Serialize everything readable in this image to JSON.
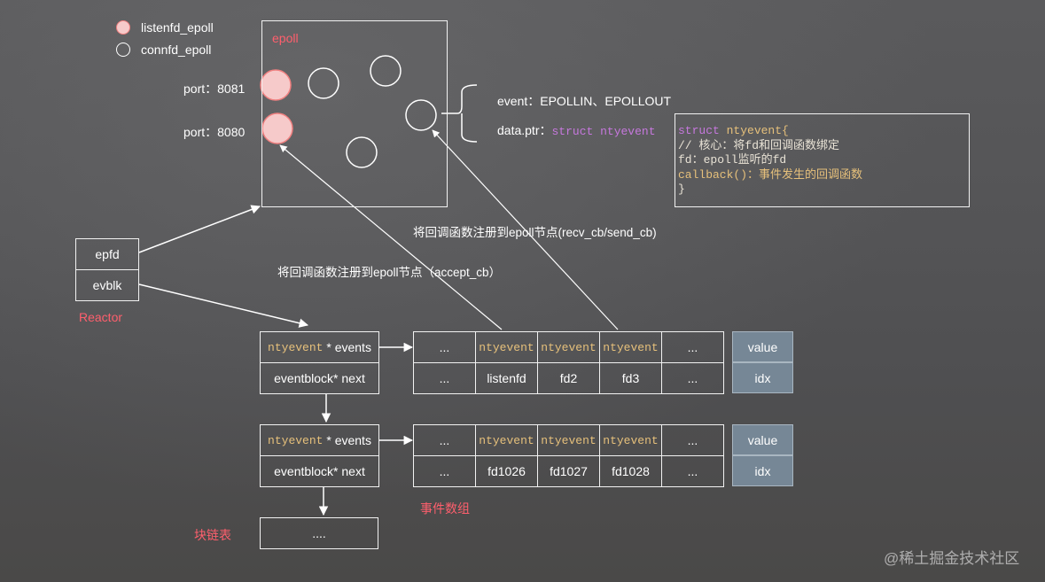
{
  "legend": {
    "listenfd": "listenfd_epoll",
    "connfd": "connfd_epoll"
  },
  "epoll": {
    "title": "epoll",
    "port1": "port：8081",
    "port2": "port：8080"
  },
  "event_info": {
    "event_line": "event：EPOLLIN、EPOLLOUT",
    "data_prefix": "data.ptr：",
    "data_struct": "struct ntyevent"
  },
  "struct_box": {
    "l1a": "struct",
    "l1b": " ntyevent{",
    "l2": "// 核心：将fd和回调函数绑定",
    "l3": "fd：epoll监听的fd",
    "l4": "callback()：事件发生的回调函数",
    "l5": "}"
  },
  "annotations": {
    "recv": "将回调函数注册到epoll节点(recv_cb/send_cb)",
    "accept": "将回调函数注册到epoll节点（accept_cb）"
  },
  "reactor": {
    "epfd": "epfd",
    "evblk": "evblk",
    "label": "Reactor"
  },
  "blocks": [
    {
      "events_type": "ntyevent",
      "events_rest": " * events",
      "next": "eventblock* next",
      "top_row": [
        "...",
        "ntyevent",
        "ntyevent",
        "ntyevent",
        "..."
      ],
      "bottom_row": [
        "...",
        "listenfd",
        "fd2",
        "fd3",
        "..."
      ],
      "value": "value",
      "idx": "idx"
    },
    {
      "events_type": "ntyevent",
      "events_rest": " * events",
      "next": "eventblock* next",
      "top_row": [
        "...",
        "ntyevent",
        "ntyevent",
        "ntyevent",
        "..."
      ],
      "bottom_row": [
        "...",
        "fd1026",
        "fd1027",
        "fd1028",
        "..."
      ],
      "value": "value",
      "idx": "idx"
    }
  ],
  "tail_block": "....",
  "labels": {
    "event_array": "事件数组",
    "block_list": "块链表"
  },
  "watermark": "@稀土掘金技术社区",
  "colors": {
    "accent_pink": "#ff5f6d",
    "listen_fill": "#f6caca",
    "type_gold": "#e6c07b",
    "keyword_purple": "#c678dd",
    "table_gray": "#768796"
  }
}
